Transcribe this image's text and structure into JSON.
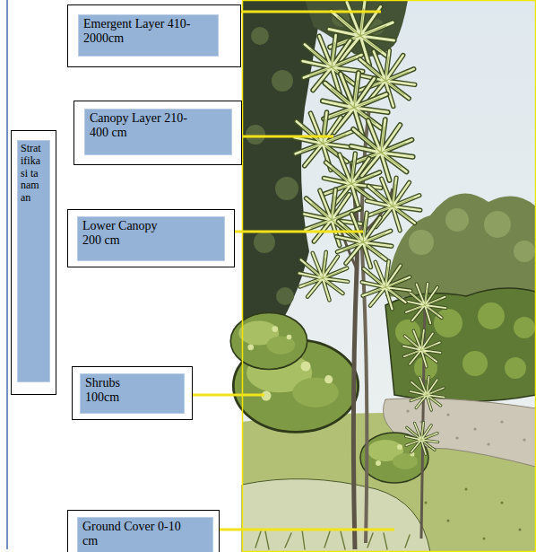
{
  "diagram": {
    "nodes": [
      {
        "text": [
          "Emergent Layer 410-2000cm"
        ]
      },
      {
        "text": [
          "Canopy Layer 210-400 cm"
        ]
      },
      {
        "text": [
          "Stratifikasi tanaman"
        ]
      },
      {
        "text": [
          "Lower Canopy 200 cm"
        ]
      },
      {
        "text": [
          "Shrubs 100cm"
        ]
      },
      {
        "text": [
          "Ground Cover 0-10 cm"
        ]
      }
    ]
  }
}
